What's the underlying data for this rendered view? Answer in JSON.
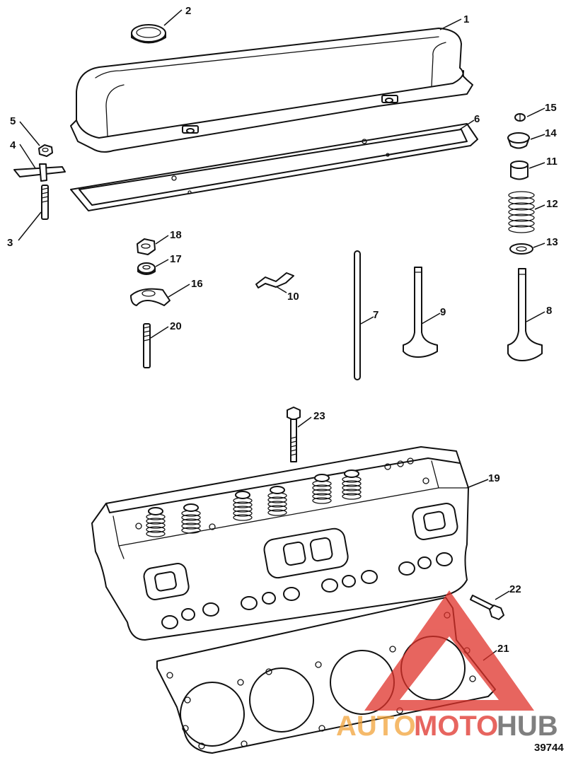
{
  "diagram": {
    "reference_number": "39744",
    "callouts": [
      "1",
      "2",
      "3",
      "4",
      "5",
      "6",
      "7",
      "8",
      "9",
      "10",
      "11",
      "12",
      "13",
      "14",
      "15",
      "16",
      "17",
      "18",
      "19",
      "20",
      "21",
      "22",
      "23"
    ]
  },
  "watermark": {
    "part1": "AUTO",
    "part2": "MOTO",
    "part3": "HUB",
    "colors": {
      "orange": "#f2a33a",
      "red": "#e0322a",
      "gray": "#555555"
    }
  }
}
